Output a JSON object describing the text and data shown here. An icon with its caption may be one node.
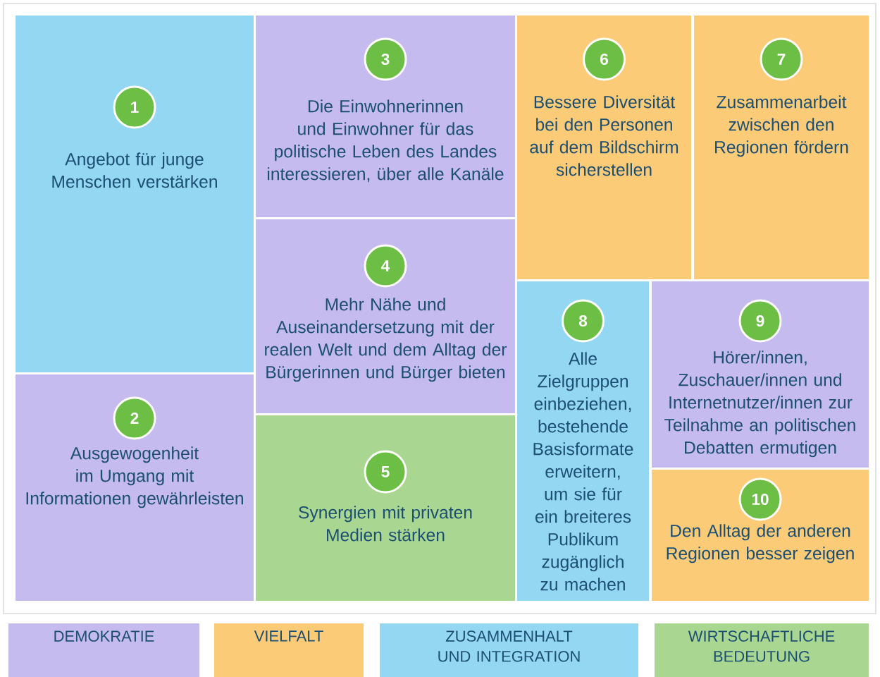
{
  "diagram": {
    "nodes": [
      {
        "text": [
          "1",
          "Angebot für junge Menschen verstärken"
        ]
      },
      {
        "text": [
          "2",
          "Ausgewogenheit im Umgang mit Informationen gewährleisten"
        ]
      },
      {
        "text": [
          "3",
          "Die Einwohnerinnen und Einwohner für das politische Leben des Landes interessieren, über alle Kanäle"
        ]
      },
      {
        "text": [
          "4",
          "Mehr Nähe und Auseinandersetzung mit der realen Welt und dem Alltag der Bürgerinnen und Bürger bieten"
        ]
      },
      {
        "text": [
          "5",
          "Synergien mit privaten Medien stärken"
        ]
      },
      {
        "text": [
          "6",
          "Bessere Diversität bei den Personen auf dem Bildschirm sicherstellen"
        ]
      },
      {
        "text": [
          "7",
          "Zusammenarbeit zwischen den Regionen fördern"
        ]
      },
      {
        "text": [
          "8",
          "Alle Zielgruppen einbeziehen, bestehende Basisformate erweitern, um sie für ein breiteres Publikum zugänglich zu machen"
        ]
      },
      {
        "text": [
          "9",
          "Hörer/innen, Zuschauer/innen und Internetnutzer/innen zur Teilnahme an politischen Debatten ermutigen"
        ]
      },
      {
        "text": [
          "10",
          "Den Alltag der anderen Regionen besser zeigen"
        ]
      }
    ],
    "legend": [
      {
        "text": "DEMOKRATIE",
        "color": "#c5bbee"
      },
      {
        "text": "VIELFALT",
        "color": "#fccb77"
      },
      {
        "text": "ZUSAMMENHALT UND INTEGRATION",
        "color": "#93d7f3"
      },
      {
        "text": "WIRTSCHAFTLICHE BEDEUTUNG",
        "color": "#a9d791"
      }
    ]
  }
}
